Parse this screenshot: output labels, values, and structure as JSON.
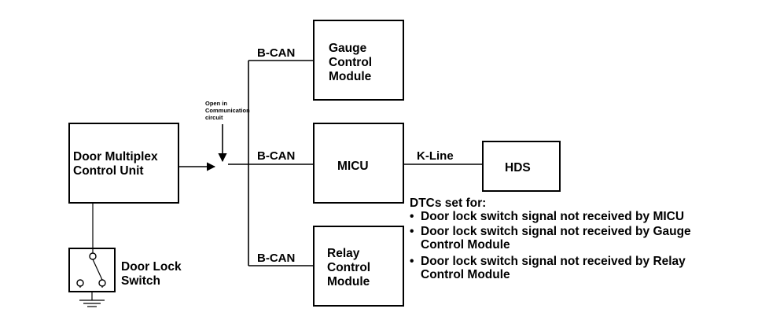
{
  "diagram": {
    "door_multiplex": {
      "line1": "Door Multiplex",
      "line2": "Control Unit"
    },
    "gauge_module": {
      "line1": "Gauge",
      "line2": "Control",
      "line3": "Module"
    },
    "micu": {
      "label": "MICU"
    },
    "relay_module": {
      "line1": "Relay",
      "line2": "Control",
      "line3": "Module"
    },
    "hds": {
      "label": "HDS"
    },
    "door_lock_switch": {
      "line1": "Door Lock",
      "line2": "Switch"
    },
    "bus_labels": {
      "gauge": "B-CAN",
      "micu": "B-CAN",
      "relay": "B-CAN",
      "kline": "K-Line"
    },
    "open_circuit_note": {
      "line1": "Open in",
      "line2": "Communication",
      "line3": "circuit"
    },
    "dtc": {
      "heading": "DTCs set for:",
      "bullet": "•",
      "items": [
        {
          "line1": "Door lock switch signal not received by MICU"
        },
        {
          "line1": "Door lock switch signal not received by Gauge",
          "line2": "Control Module"
        },
        {
          "line1": "Door lock switch signal not received by Relay",
          "line2": "Control Module"
        }
      ]
    }
  }
}
